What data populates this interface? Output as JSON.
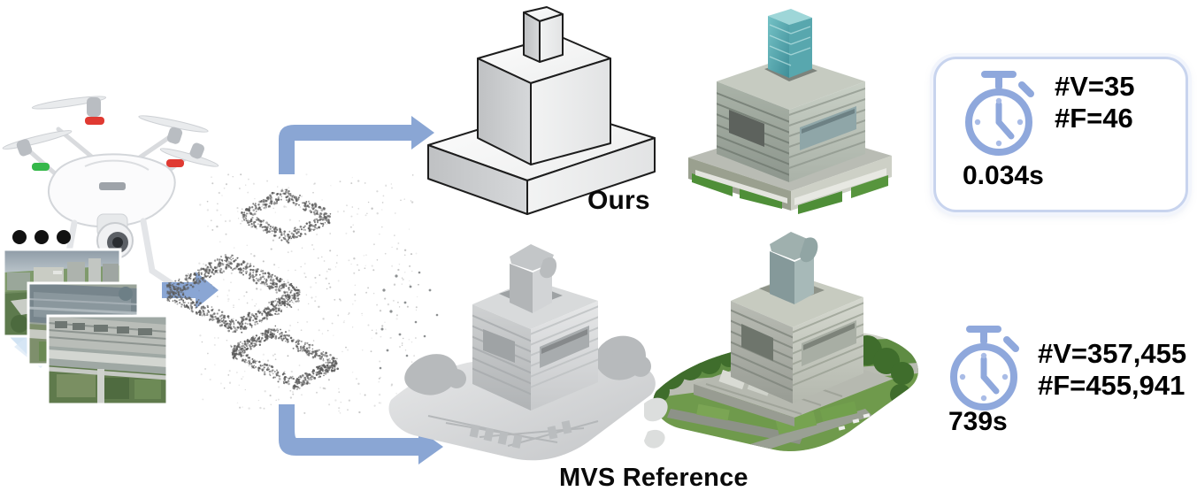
{
  "figure": {
    "type": "pipeline-teaser",
    "background": "#ffffff",
    "accent_blue": "#8fa8dc",
    "arrow_blue": "#8aa6d4",
    "card_border": "#c8d4ee"
  },
  "pipeline": {
    "source": {
      "drone": {
        "name": "quadcopter-drone",
        "body_color": "#f2f3f5",
        "led_red": "#e03a32",
        "led_green": "#35b84a"
      },
      "frustum": {
        "name": "camera-frustum",
        "color": "#cfe1f2"
      },
      "ellipsis": {
        "name": "image-sequence-ellipsis",
        "dots": 3,
        "color": "#111111"
      },
      "photos": {
        "name": "aerial-photo-stack",
        "count": 3,
        "items": [
          {
            "caption": "aerial-view-campus-buildings"
          },
          {
            "caption": "aerial-view-rooftop"
          },
          {
            "caption": "aerial-view-facade-walkway"
          }
        ]
      }
    },
    "point_cloud": {
      "name": "sparse-point-cloud",
      "color": "#5c5c5c"
    },
    "arrows": [
      {
        "name": "arrow-photos-to-pointcloud",
        "shape": "straight-right"
      },
      {
        "name": "arrow-pointcloud-to-ours",
        "shape": "elbow-up-right"
      },
      {
        "name": "arrow-pointcloud-to-mvs",
        "shape": "elbow-down-right"
      }
    ]
  },
  "results": {
    "ours": {
      "label": "Ours",
      "geometry": {
        "name": "lightweight-polygonal-model",
        "style": "untextured-cad"
      },
      "textured": {
        "name": "textured-lightweight-model",
        "style": "textured"
      },
      "stats": {
        "vertices": "#V=35",
        "faces": "#F=46",
        "time": "0.034s"
      }
    },
    "mvs": {
      "label": "MVS Reference",
      "geometry": {
        "name": "dense-mvs-mesh",
        "style": "untextured-dense"
      },
      "textured": {
        "name": "textured-mvs-mesh",
        "style": "textured"
      },
      "stats": {
        "vertices": "#V=357,455",
        "faces": "#F=455,941",
        "time": "739s"
      }
    }
  },
  "icons": {
    "stopwatch_top": "stopwatch-icon",
    "stopwatch_bottom": "stopwatch-icon"
  }
}
